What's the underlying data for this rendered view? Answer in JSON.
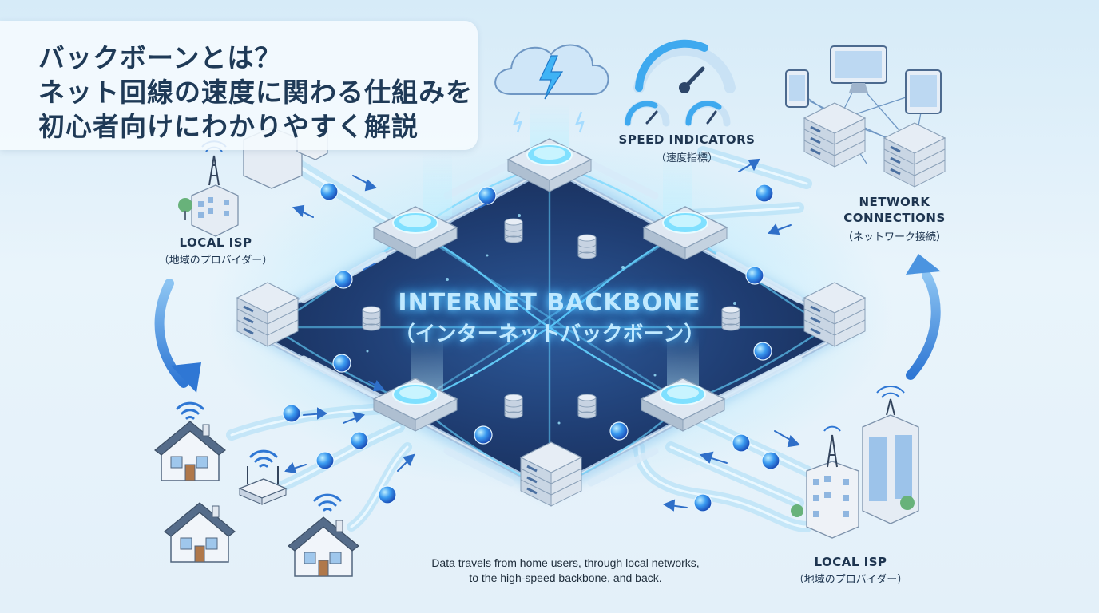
{
  "title": {
    "line1": "バックボーンとは？",
    "line2": "ネット回線の速度に関わる仕組みを",
    "line3": "初心者向けにわかりやすく解説"
  },
  "backbone": {
    "label": "INTERNET BACKBONE",
    "sublabel": "（インターネットバックボーン）"
  },
  "labels": {
    "speed": {
      "main": "SPEED INDICATORS",
      "sub": "（速度指標）"
    },
    "network": {
      "line1": "NETWORK",
      "line2": "CONNECTIONS",
      "sub": "（ネットワーク接続）"
    },
    "isp_left": {
      "main": "LOCAL ISP",
      "sub": "（地域のプロバイダー）"
    },
    "isp_right": {
      "main": "LOCAL ISP",
      "sub": "（地域のプロバイダー）"
    }
  },
  "caption": {
    "line1": "Data travels from home users, through local networks,",
    "line2": "to the high-speed backbone, and back."
  },
  "colors": {
    "background": "#dcecf8",
    "backbone_fill": "#1c3566",
    "glow": "#6fd8ff",
    "cable": "#7fd0f4",
    "arrow": "#3a82d8",
    "text": "#1e3550"
  },
  "icons": [
    "cloud-lightning-icon",
    "speedometer-icon",
    "monitor-icon",
    "tablet-icon",
    "phone-icon",
    "server-rack-icon",
    "cell-tower-icon",
    "office-building-icon",
    "house-icon",
    "wifi-icon",
    "router-icon",
    "data-packet-icon"
  ]
}
